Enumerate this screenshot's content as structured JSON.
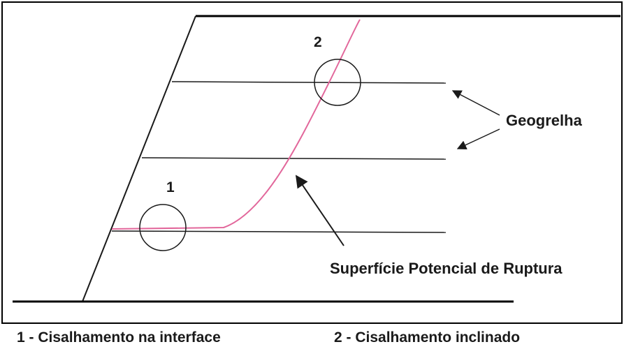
{
  "labels": {
    "geogrid": "Geogrelha",
    "failure_surface": "Superfície Potencial de Ruptura",
    "marker_1": "1",
    "marker_2": "2"
  },
  "captions": {
    "caption_1": "1 - Cisalhamento na interface",
    "caption_2": "2 - Cisalhamento inclinado"
  },
  "colors": {
    "frame": "#000000",
    "line": "#1a1a1a",
    "failure_curve": "#e2679b",
    "background": "#ffffff"
  }
}
